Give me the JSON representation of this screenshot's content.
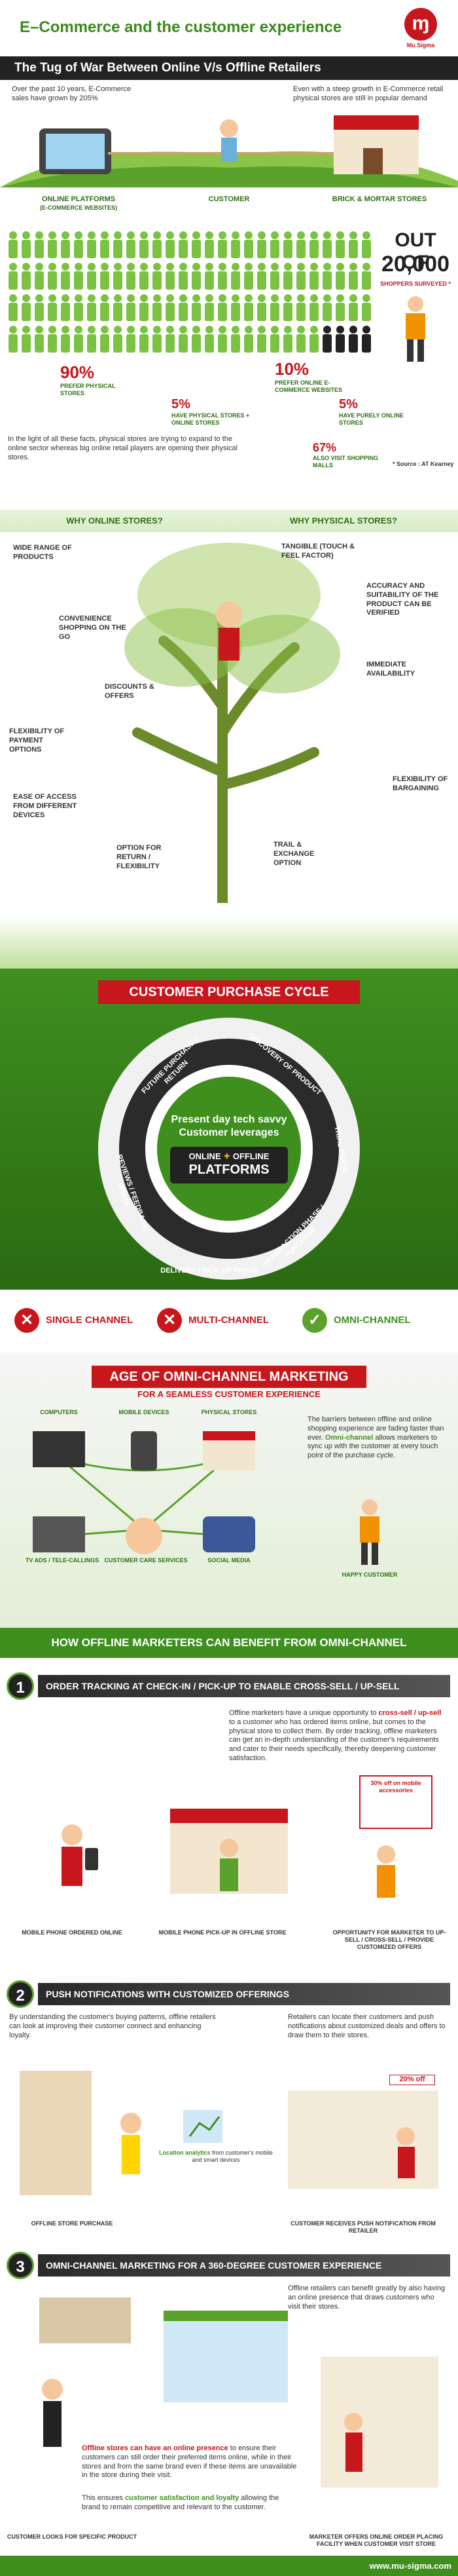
{
  "header": {
    "title": "E–Commerce and the customer experience",
    "brand_mark": "ɱ",
    "brand": "Mu Sigma"
  },
  "tug": {
    "title": "The Tug of War Between Online V/s Offline Retailers",
    "left_text": "Over the past 10 years, E-Commerce sales have grown by 205%",
    "right_text": "Even with a steep growth in E-Commerce retail physical stores are still in popular demand",
    "online_label": "ONLINE PLATFORMS",
    "online_sub": "(E-COMMERCE WEBSITES)",
    "customer_label": "CUSTOMER",
    "brick_label": "BRICK & MORTAR STORES"
  },
  "survey": {
    "out_of": "OUT OF",
    "count": "20,000",
    "sub": "SHOPPERS SURVEYED *",
    "stats": [
      {
        "value": "90%",
        "label": "PREFER PHYSICAL STORES"
      },
      {
        "value": "5%",
        "label": "HAVE PHYSICAL STORES + ONLINE STORES"
      },
      {
        "value": "10%",
        "label": "PREFER ONLINE E-COMMERCE WEBSITES"
      },
      {
        "value": "5%",
        "label": "HAVE PURELY ONLINE STORES"
      },
      {
        "value": "67%",
        "label": "ALSO VISIT SHOPPING MALLS"
      }
    ],
    "note": "In the light of all these facts, physical stores are trying to expand to the online sector whereas big online retail players are opening their physical stores.",
    "source": "* Source : AT Kearney"
  },
  "why": {
    "left_title": "WHY ONLINE STORES?",
    "right_title": "WHY PHYSICAL STORES?",
    "online_reasons": [
      "WIDE RANGE OF PRODUCTS",
      "CONVENIENCE SHOPPING ON THE GO",
      "DISCOUNTS & OFFERS",
      "FLEXIBILITY OF PAYMENT OPTIONS",
      "EASE OF ACCESS FROM DIFFERENT DEVICES",
      "OPTION FOR RETURN / FLEXIBILITY"
    ],
    "physical_reasons": [
      "TANGIBLE (TOUCH & FEEL FACTOR)",
      "ACCURACY AND SUITABILITY OF THE PRODUCT CAN BE VERIFIED",
      "IMMEDIATE AVAILABILITY",
      "FLEXIBILITY OF BARGAINING",
      "TRAIL & EXCHANGE OPTION"
    ]
  },
  "cycle": {
    "title": "CUSTOMER PURCHASE CYCLE",
    "phases": [
      "FUTURE PURCHASE / RETURN",
      "DISCOVERY OF PRODUCT",
      "TRIAL PHASE",
      "TRANSACTION PHASE / PURCHASE",
      "DELIVERY / PICK-UP PHASE",
      "REVIEWS / FEEDBACK PHASE"
    ],
    "center_line1": "Present day tech savvy",
    "center_line2": "Customer leverages",
    "center_online": "ONLINE",
    "center_plus": "+",
    "center_offline": "OFFLINE",
    "center_platforms": "PLATFORMS"
  },
  "channels": {
    "single": "SINGLE CHANNEL",
    "multi": "MULTI-CHANNEL",
    "omni": "OMNI-CHANNEL"
  },
  "omni": {
    "title": "AGE OF OMNI-CHANNEL MARKETING",
    "subtitle": "FOR A SEAMLESS CUSTOMER EXPERIENCE",
    "nodes": [
      "COMPUTERS",
      "MOBILE DEVICES",
      "PHYSICAL STORES",
      "TV ADS / TELE-CALLINGS",
      "CUSTOMER CARE SERVICES",
      "SOCIAL MEDIA"
    ],
    "happy": "HAPPY CUSTOMER",
    "text_a": "The barriers between offline and online shopping experience are fading faster than ever.",
    "text_b": "Omni-channel",
    "text_c": " allows marketers to sync up with the customer at every touch point of the purchase cycle."
  },
  "benefit": {
    "title": "HOW OFFLINE MARKETERS CAN BENEFIT FROM OMNI-CHANNEL",
    "s1": {
      "num": "1",
      "title": "ORDER TRACKING AT CHECK-IN / PICK-UP TO ENABLE CROSS-SELL / UP-SELL",
      "text_a": "Offline marketers have a unique opportunity to ",
      "text_b": "cross-sell / up-sell",
      "text_c": " to a customer who has ordered items online, but comes to the physical store to collect them. By order tracking, offline marketers can get an in-depth understanding of the customer's requirements and cater to their needs specifically, thereby deepening customer satisfaction.",
      "sale": "30% off on mobile accessories",
      "cap1": "MOBILE PHONE ORDERED ONLINE",
      "cap2": "MOBILE PHONE PICK-UP IN OFFLINE STORE",
      "cap3": "OPPORTUNITY FOR MARKETER TO UP-SELL / CROSS-SELL / PROVIDE CUSTOMIZED OFFERS"
    },
    "s2": {
      "num": "2",
      "title": "PUSH NOTIFICATIONS WITH CUSTOMIZED OFFERINGS",
      "left": "By understanding the customer's buying patterns, offline retailers can look at improving their customer connect and enhancing loyalty.",
      "right": "Retailers can locate their customers and push notifications about customized deals and offers to draw them to their stores.",
      "analytics_a": "Location analytics",
      "analytics_b": " from customer's mobile and smart devices",
      "offer": "20% off",
      "cap1": "OFFLINE STORE PURCHASE",
      "cap2": "CUSTOMER RECEIVES PUSH NOTIFICATION FROM RETAILER"
    },
    "s3": {
      "num": "3",
      "title": "OMNI-CHANNEL MARKETING FOR A 360-DEGREE CUSTOMER EXPERIENCE",
      "right": "Offline retailers can benefit greatly by also having an online presence that draws customers who visit their stores.",
      "mid_a": "Offline stores can have an online presence",
      "mid_b": " to ensure their customers can still order their preferred items online, while in their stores and from the same brand even if these items are unavailable in the store during their visit.",
      "mid_c": "This ensures ",
      "mid_d": "customer satisfaction and loyalty",
      "mid_e": " allowing the brand to remain competitive and relevant to the customer.",
      "cap1": "CUSTOMER LOOKS FOR SPECIFIC PRODUCT",
      "cap2": "MARKETER OFFERS ONLINE ORDER PLACING FACILITY WHEN CUSTOMER VISIT STORE"
    }
  },
  "footer": {
    "url": "www.mu-sigma.com"
  },
  "colors": {
    "green": "#5aa22c",
    "red": "#c7161c",
    "dark": "#2b2b2b",
    "orange": "#f39200",
    "yellow": "#ffd400"
  }
}
